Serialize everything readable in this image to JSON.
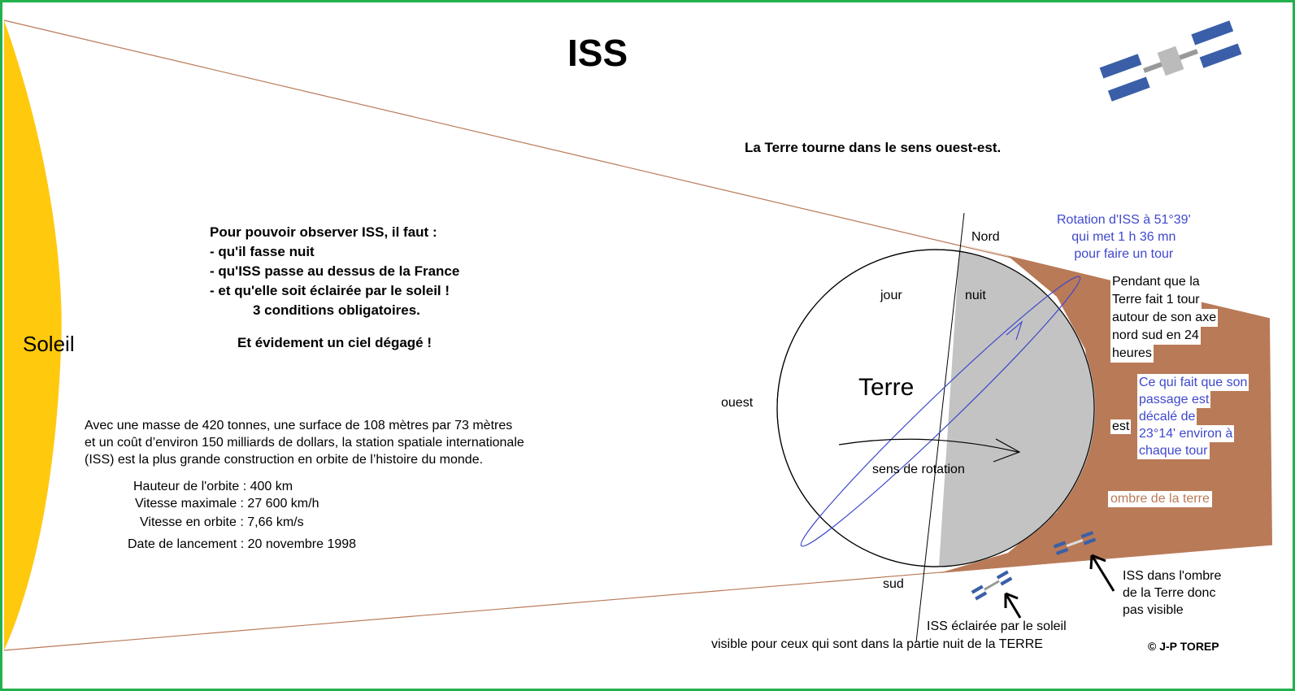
{
  "title": "ISS",
  "subtitle": "La Terre  tourne dans le sens ouest-est.",
  "sun_label": "Soleil",
  "conditions": {
    "lines": [
      "Pour pouvoir observer ISS, il faut :",
      "- qu'il fasse nuit",
      "- qu'ISS passe au dessus de la France",
      "- et qu'elle soit éclairée par le soleil !",
      "3 conditions obligatoires.",
      "Et évidement un ciel dégagé !"
    ]
  },
  "description": [
    "Avec une masse de 420 tonnes, une surface de 108 mètres par 73 mètres",
    "et un coût d’environ 150 milliards de dollars, la station spatiale internationale",
    "(ISS) est la plus grande construction en orbite de l’histoire du monde."
  ],
  "facts": [
    "Hauteur de l'orbite : 400 km",
    "Vitesse maximale : 27 600 km/h",
    "Vitesse en orbite : 7,66 km/s",
    "Date de lancement : 20 novembre 1998"
  ],
  "earth": {
    "label": "Terre",
    "nord": "Nord",
    "sud": "Sud",
    "ouest": "ouest",
    "est": "est",
    "jour": "jour",
    "nuit": "nuit",
    "rotation": "sens de rotation"
  },
  "sud_label": "sud",
  "orbit_note": [
    "Rotation d'ISS à 51°39'",
    "qui met 1 h 36 mn",
    "pour faire un tour"
  ],
  "day_note": [
    "Pendant que la",
    "Terre fait 1 tour",
    "autour de son axe",
    "nord sud en 24",
    "heures"
  ],
  "shift_note": [
    "Ce qui fait que son",
    "passage est",
    "décalé de",
    "23°14'  environ à",
    "chaque tour"
  ],
  "shadow_label": "ombre de la terre",
  "iss_shadow_note": [
    "ISS dans l'ombre",
    "de la Terre donc",
    "pas visible"
  ],
  "iss_lit_note": [
    "ISS éclairée par le soleil",
    "visible pour ceux qui sont dans la partie nuit de la TERRE"
  ],
  "copyright": "© J-P TOREP",
  "colors": {
    "sun": "#ffc90e",
    "shadow": "#b97a57",
    "night": "#c3c3c3",
    "orbit": "#3f48cc",
    "border": "#22b14c"
  }
}
